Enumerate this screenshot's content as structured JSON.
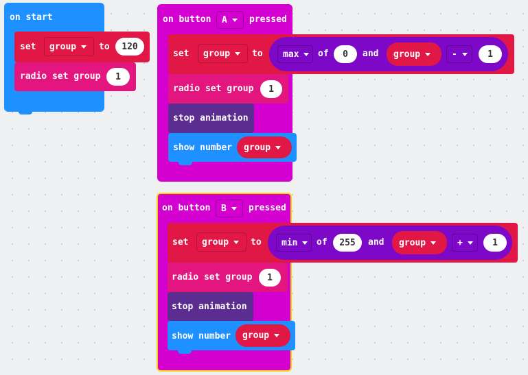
{
  "on_start": {
    "hat_label": "on start",
    "set_label": "set",
    "var_name": "group",
    "to_label": "to",
    "value": "120",
    "radio_label": "radio set group",
    "radio_value": "1"
  },
  "button_a": {
    "prefix": "on button",
    "button": "A",
    "suffix": "pressed",
    "set_label": "set",
    "var_name": "group",
    "to_label": "to",
    "func": "max",
    "of_label": "of",
    "arg1": "0",
    "and_label": "and",
    "arg2_var": "group",
    "op": "-",
    "op_value": "1",
    "radio_label": "radio set group",
    "radio_value": "1",
    "stop_label": "stop animation",
    "show_label": "show number",
    "show_var": "group"
  },
  "button_b": {
    "prefix": "on button",
    "button": "B",
    "suffix": "pressed",
    "set_label": "set",
    "var_name": "group",
    "to_label": "to",
    "func": "min",
    "of_label": "of",
    "arg1": "255",
    "and_label": "and",
    "arg2_var": "group",
    "op": "+",
    "op_value": "1",
    "radio_label": "radio set group",
    "radio_value": "1",
    "stop_label": "stop animation",
    "show_label": "show number",
    "show_var": "group"
  },
  "colors": {
    "basic": "#1e90ff",
    "variables": "#e11846",
    "radio": "#e3157f",
    "led": "#5c2d91",
    "math": "#7e08c7",
    "input": "#d300cf",
    "selected_outline": "#ffd400"
  }
}
